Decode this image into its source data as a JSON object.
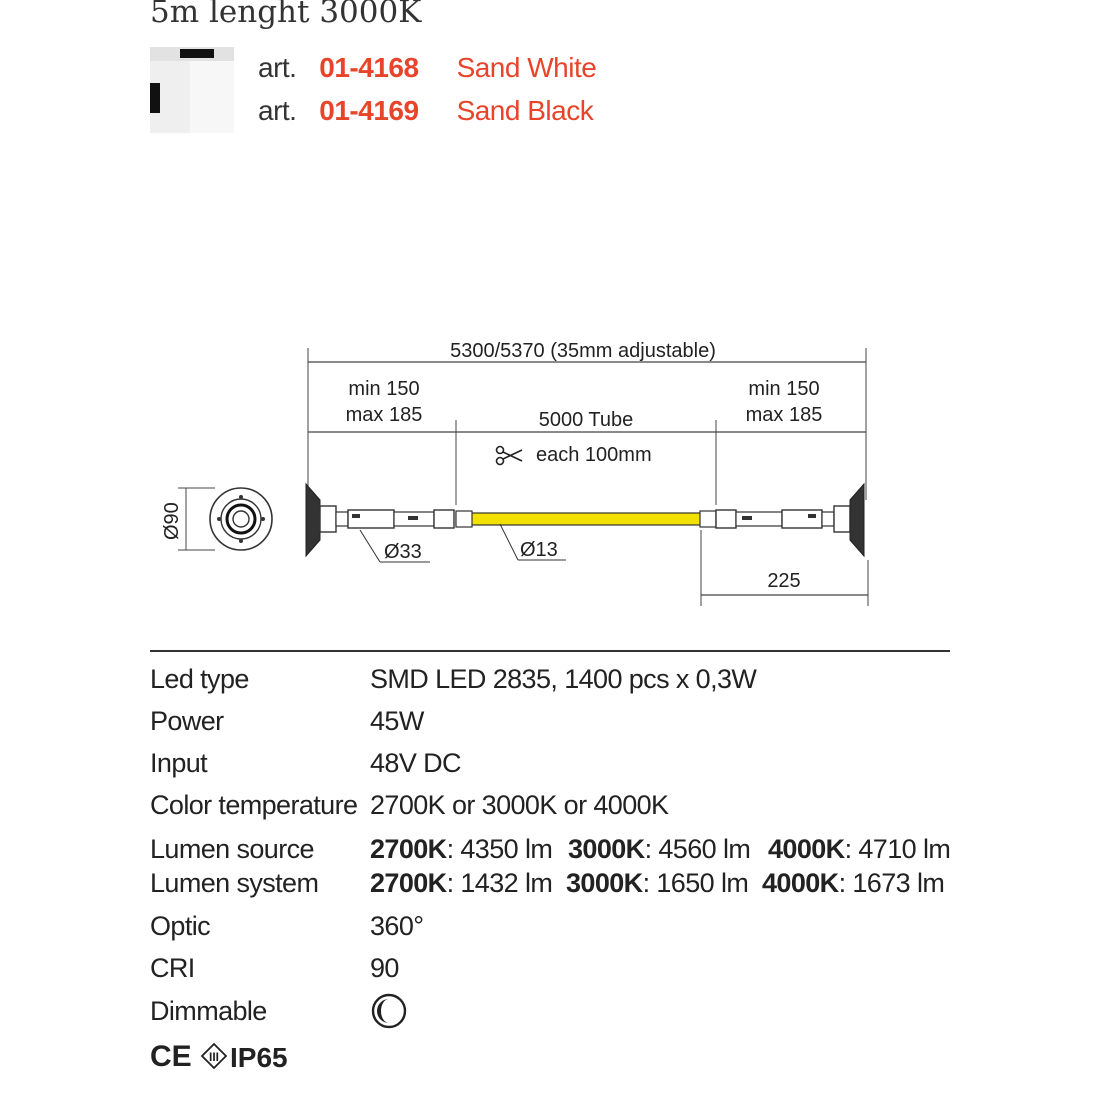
{
  "product": {
    "title": "5m lenght 3000K"
  },
  "articles": [
    {
      "prefix": "art.",
      "code": "01-4168",
      "color_name": "Sand White"
    },
    {
      "prefix": "art.",
      "code": "01-4169",
      "color_name": "Sand Black"
    }
  ],
  "drawing": {
    "overall_length": "5300/5370 (35mm adjustable)",
    "left_end": {
      "min": "min 150",
      "max": "max 185"
    },
    "right_end": {
      "min": "min 150",
      "max": "max 185"
    },
    "tube_length": "5000 Tube",
    "cut_note": "each 100mm",
    "diameter_base": "Ø90",
    "diameter_33": "Ø33",
    "diameter_13": "Ø13",
    "end_dimension": "225",
    "tube_color": "#f2e100"
  },
  "specs": [
    {
      "label": "Led type",
      "value": "SMD LED 2835, 1400 pcs x 0,3W"
    },
    {
      "label": "Power",
      "value": "45W"
    },
    {
      "label": "Input",
      "value": "48V DC"
    },
    {
      "label": "Color temperature",
      "value": "2700K or 3000K or 4000K"
    }
  ],
  "lumen_source": {
    "label": "Lumen source",
    "entries": [
      {
        "k": "2700K",
        "v": ": 4350 lm"
      },
      {
        "k": "3000K",
        "v": ": 4560 lm"
      },
      {
        "k": "4000K",
        "v": ": 4710 lm"
      }
    ]
  },
  "lumen_system": {
    "label": "Lumen system",
    "entries": [
      {
        "k": "2700K",
        "v": ": 1432 lm"
      },
      {
        "k": "3000K",
        "v": ": 1650 lm"
      },
      {
        "k": "4000K",
        "v": ": 1673 lm"
      }
    ]
  },
  "specs2": [
    {
      "label": "Optic",
      "value": "360°"
    },
    {
      "label": "CRI",
      "value": "90"
    }
  ],
  "dimmable": {
    "label": "Dimmable",
    "icon": "dimmable-icon"
  },
  "certifications": {
    "ce": "CE",
    "class": "class-iii-icon",
    "ip": "IP65"
  },
  "colors": {
    "accent": "#e8442a",
    "text": "#222222"
  }
}
